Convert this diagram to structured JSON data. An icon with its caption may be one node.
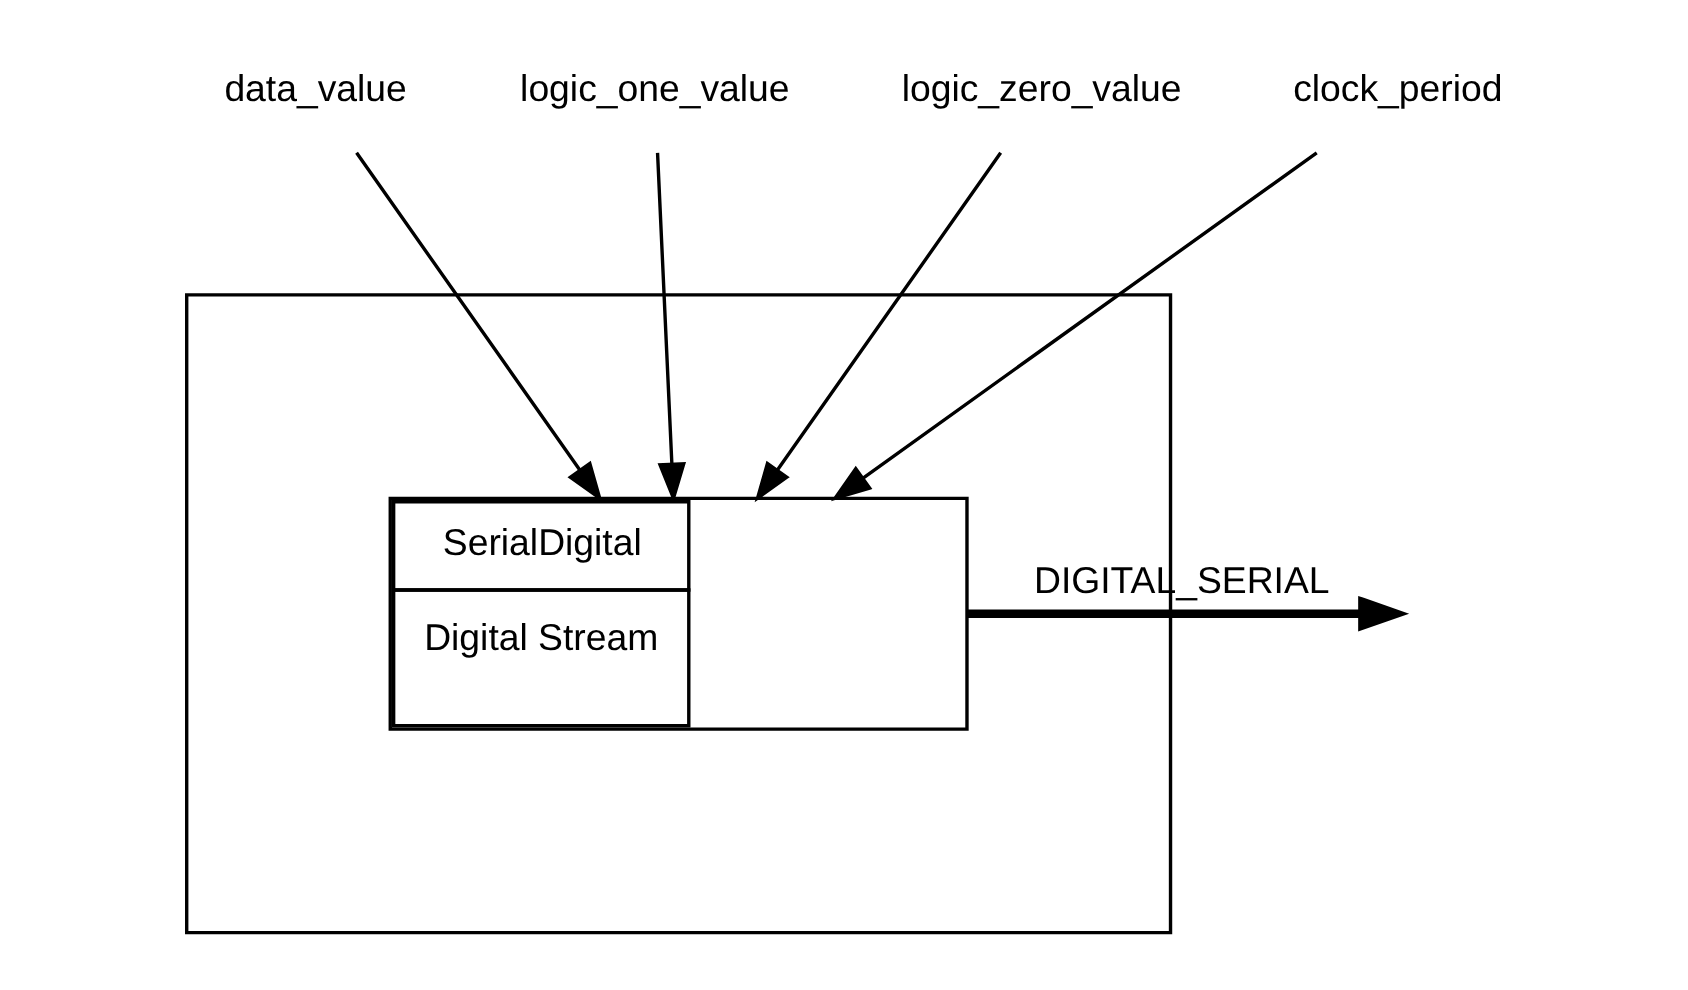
{
  "diagram": {
    "nodes": [
      {
        "text": [
          "data_value"
        ]
      },
      {
        "text": [
          "logic_one_value"
        ]
      },
      {
        "text": [
          "logic_zero_value"
        ]
      },
      {
        "text": [
          "clock_period"
        ]
      },
      {
        "text": [],
        "shape": "box"
      },
      {
        "text": [
          "SerialDigital",
          "Digital Stream"
        ],
        "in": 4
      }
    ],
    "edges": [
      {
        "from": 0,
        "to": 5,
        "arrow": "to"
      },
      {
        "from": 1,
        "to": 5,
        "arrow": "to"
      },
      {
        "from": 2,
        "to": 5,
        "arrow": "to"
      },
      {
        "from": 3,
        "to": 5,
        "arrow": "to"
      },
      {
        "from": 5,
        "to": null,
        "arrow": "to",
        "label": "DIGITAL_SERIAL",
        "style": "thick"
      }
    ]
  }
}
